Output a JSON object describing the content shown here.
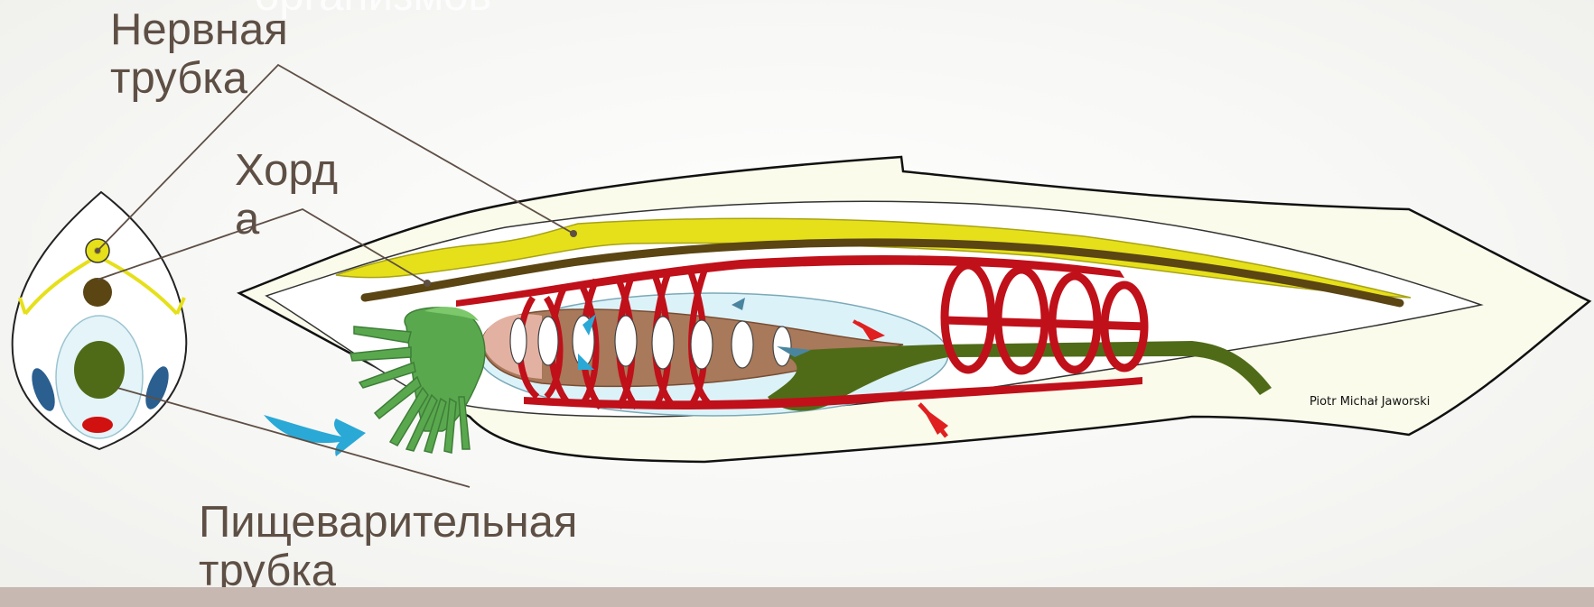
{
  "slide": {
    "top_caption": "организмов",
    "labels": {
      "neural_tube": "Нервная\nтрубка",
      "chorda": "Хорд\nа",
      "digestive_tube": "Пищеварительная\nтрубка"
    },
    "credit": "Piotr Michał Jaworski"
  },
  "colors": {
    "label_text": "#5e4f45",
    "neural_tube": "#e6e01a",
    "chorda": "#5a4513",
    "blood_vessels": "#c0101a",
    "digestive_tract": "#4f6b18",
    "oral_tentacles": "#59a84e",
    "water_flow_arrow": "#2aa9d6",
    "footer_bar": "#c7b9b1"
  }
}
